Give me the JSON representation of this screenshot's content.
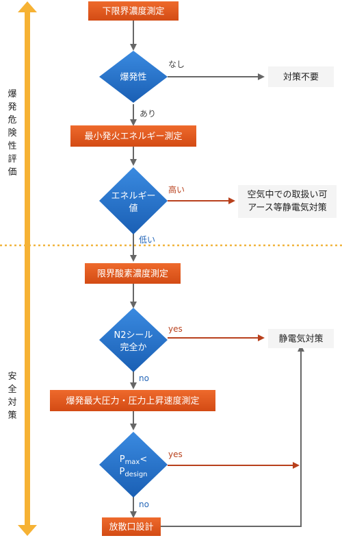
{
  "colors": {
    "box_fill": "#e2551c",
    "diamond_fill": "#1f6fc8",
    "arrow_gray": "#666666",
    "arrow_red": "#b8401c",
    "band": "#f6b234",
    "divider": "#f0b43c"
  },
  "side_labels": {
    "top": "爆発危険性評価",
    "bottom": "安全対策"
  },
  "steps": {
    "s1": "下限界濃度測定",
    "s2": "最小発火エネルギー測定",
    "s3": "限界酸素濃度測定",
    "s4": "爆発最大圧力・圧力上昇速度測定",
    "s5": "放散口設計"
  },
  "decisions": {
    "d1": "爆発性",
    "d2_line1": "エネルギー",
    "d2_line2": "値",
    "d3_line1": "N2シール",
    "d3_line2": "完全か",
    "d4_p1": "P",
    "d4_sub1": "max",
    "d4_lt": "<",
    "d4_p2": "P",
    "d4_sub2": "design"
  },
  "branch_labels": {
    "nashi": "なし",
    "ari": "あり",
    "takai": "高い",
    "hikui": "低い",
    "yes1": "yes",
    "no1": "no",
    "yes2": "yes",
    "no2": "no"
  },
  "outcomes": {
    "o1": "対策不要",
    "o2_line1": "空気中での取扱い可",
    "o2_line2": "アース等静電気対策",
    "o3": "静電気対策"
  }
}
